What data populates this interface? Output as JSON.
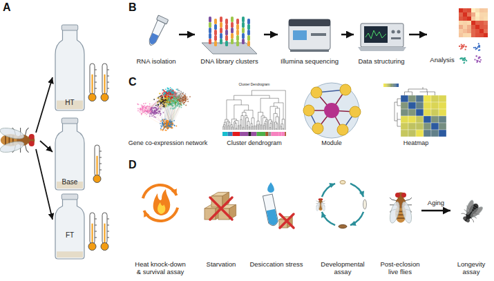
{
  "diagram": {
    "nodes": [
      {
        "text": [
          "HT"
        ]
      },
      {
        "text": [
          "Base"
        ]
      },
      {
        "text": [
          "FT"
        ]
      },
      {
        "text": [
          "RNA isolation"
        ]
      },
      {
        "text": [
          "DNA library clusters"
        ]
      },
      {
        "text": [
          "Illumina sequencing"
        ]
      },
      {
        "text": [
          "Data structuring"
        ]
      },
      {
        "text": [
          "Analysis"
        ]
      },
      {
        "text": [
          "Gene co-expression network"
        ]
      },
      {
        "text": [
          "Cluster Dendrogram",
          "Cluster dendrogram"
        ]
      },
      {
        "text": [
          "Module"
        ]
      },
      {
        "text": [
          "Heatmap"
        ]
      },
      {
        "text": [
          "Heat knock-down & survival assay"
        ]
      },
      {
        "text": [
          "Starvation"
        ]
      },
      {
        "text": [
          "Desiccation stress"
        ]
      },
      {
        "text": [
          "Developmental assay"
        ]
      },
      {
        "text": [
          "Post-eclosion live flies"
        ]
      },
      {
        "text": [
          "Longevity assay"
        ]
      }
    ],
    "edges": [
      {
        "from": 3,
        "to": 4,
        "arrow": "to"
      },
      {
        "from": 4,
        "to": 5,
        "arrow": "to"
      },
      {
        "from": 5,
        "to": 6,
        "arrow": "to"
      },
      {
        "from": 6,
        "to": 7,
        "arrow": "to"
      },
      {
        "from": 16,
        "to": 17,
        "label": "Aging",
        "arrow": "to"
      }
    ],
    "labels": [
      "A",
      "B",
      "C",
      "D"
    ]
  }
}
